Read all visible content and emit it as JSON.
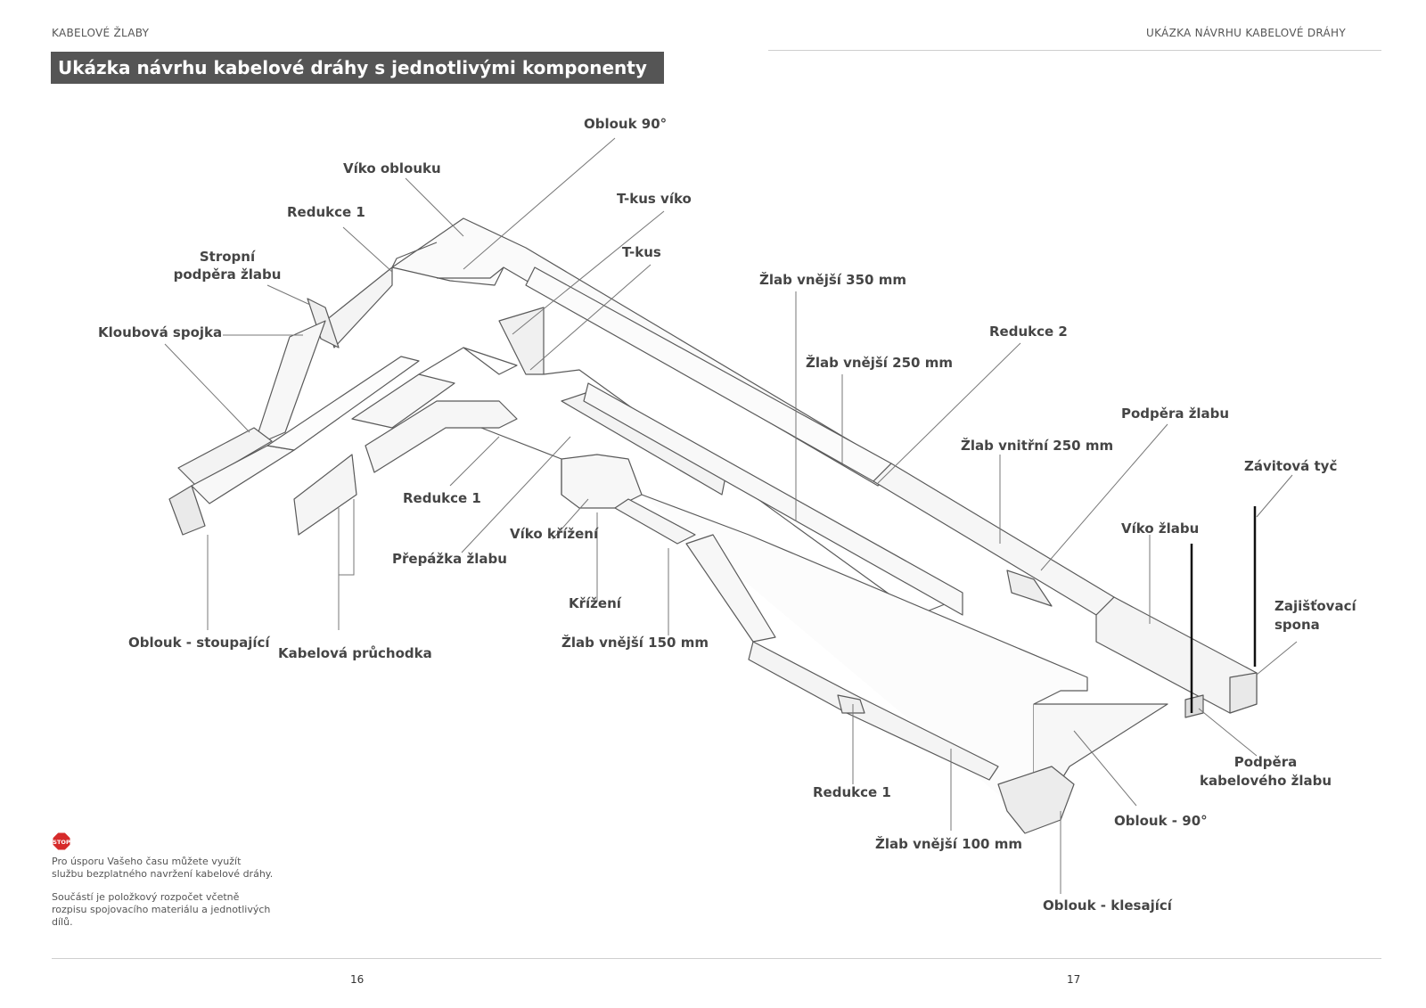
{
  "header": {
    "left": "KABELOVÉ ŽLABY",
    "right": "UKÁZKA NÁVRHU KABELOVÉ DRÁHY"
  },
  "title": "Ukázka návrhu kabelové dráhy s jednotlivými komponenty",
  "labels": {
    "oblouk90top": "Oblouk 90°",
    "vikoOblouku": "Víko oblouku",
    "tkusViko": "T-kus víko",
    "redukce1a": "Redukce 1",
    "tkus": "T-kus",
    "stropniPodpera": "Stropní podpěra žlabu",
    "kloubova": "Kloubová spojka",
    "zlab350": "Žlab vnější 350 mm",
    "redukce2": "Redukce 2",
    "zlab250": "Žlab vnější 250 mm",
    "podperaZlabu": "Podpěra žlabu",
    "zlabVnitrni250": "Žlab vnitřní 250 mm",
    "zavitovaTyc": "Závitová tyč",
    "vikoZlabu": "Víko žlabu",
    "redukce1b": "Redukce 1",
    "vikoKrizeni": "Víko křížení",
    "prepazka": "Přepážka žlabu",
    "krizeni": "Křížení",
    "zajistovaciSpona": "Zajišťovací spona",
    "obloukStoupajici": "Oblouk - stoupající",
    "kabelovaPruchodka": "Kabelová průchodka",
    "zlab150": "Žlab vnější 150 mm",
    "podperaKabeloveho": "Podpěra kabelového žlabu",
    "redukce1c": "Redukce 1",
    "oblouk90b": "Oblouk - 90°",
    "zlab100": "Žlab vnější 100 mm",
    "obloukKlesajici": "Oblouk - klesající"
  },
  "note": {
    "icon": "stop-sign-icon",
    "icon_text": "STOP",
    "p1": "Pro úsporu Vašeho času můžete využít službu bezplatného navržení kabelové dráhy.",
    "p2": "Součástí je položkový rozpočet včetně rozpisu spojovacího materiálu a jednotlivých dílů."
  },
  "pages": {
    "left": "16",
    "right": "17"
  },
  "colors": {
    "title_bg": "#555555",
    "stop_red": "#d62b2b"
  }
}
